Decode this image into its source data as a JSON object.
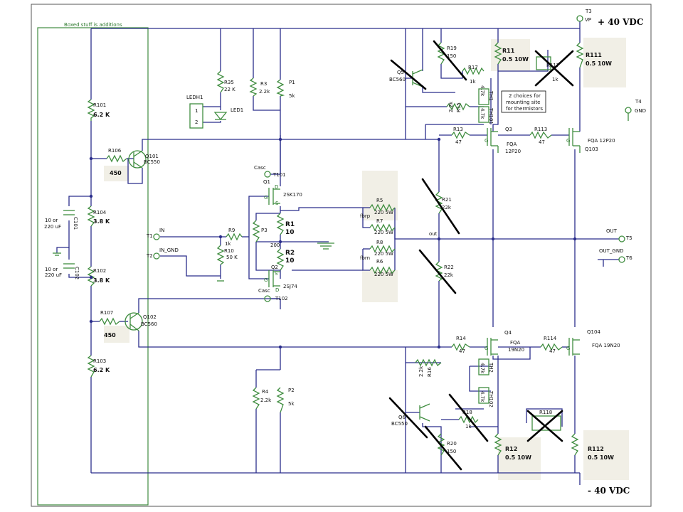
{
  "frame_label": "Boxed stuff is additions",
  "supply": {
    "pos": "+ 40 VDC",
    "neg": "- 40 VDC",
    "t3": "T3",
    "vp": "VP",
    "t4": "T4",
    "gnd": "GND"
  },
  "note_thermistors": [
    "2 choices for",
    "mounting site",
    "for thermistors"
  ],
  "left_chain": {
    "r101": "R101",
    "r101_v": "6.2 K",
    "r106": "R106",
    "r106_v": "450",
    "q101": "Q101",
    "q101_v": "BC550",
    "r104": "R104",
    "r104_v": "3.8 K",
    "c101": "C101",
    "c101_v1": "10 or",
    "c101_v2": "220 uF",
    "c102": "C102",
    "c102_v1": "10 or",
    "c102_v2": "220 uF",
    "r102": "R102",
    "r102_v": "3.8 K",
    "r107": "R107",
    "r107_v": "450",
    "q102": "Q102",
    "q102_v": "BC560",
    "r103": "R103",
    "r103_v": "6.2 K"
  },
  "led": {
    "ledh1": "LEDH1",
    "led1": "LED1",
    "r35": "R35",
    "r35_v": "22 K",
    "pin1": "1",
    "pin2": "2"
  },
  "input": {
    "t1": "T1",
    "in": "IN",
    "t2": "T2",
    "in_gnd": "IN_GND",
    "r9": "R9",
    "r9_v": "1k",
    "r10": "R10",
    "r10_v": "50 K"
  },
  "front": {
    "r3": "R3",
    "r3_v": "2.2k",
    "p1": "P1",
    "p1_v": "5k",
    "casc1": "Casc",
    "t101": "T101",
    "q1": "Q1",
    "q1_v": "2SK170",
    "r1": "R1",
    "r1_v": "10",
    "p3": "P3",
    "p3_v": "200",
    "r2": "R2",
    "r2_v": "10",
    "q2": "Q2",
    "q2_v": "2SJ74",
    "casc2": "Casc",
    "t102": "T102",
    "r4": "R4",
    "r4_v": "2.2k",
    "p2": "P2",
    "p2_v": "5k",
    "g": "G",
    "d": "D",
    "s": "S"
  },
  "feedback": {
    "fbrp": "fbrp",
    "fbrn": "fbrn",
    "out_node": "out",
    "r5": "R5",
    "r5_v": "220 5W",
    "r7": "R7",
    "r7_v": "220 5W",
    "r8": "R8",
    "r8_v": "220 5W",
    "r6": "R6",
    "r6_v": "220 5W",
    "r21": "R21",
    "r21_v": "22k",
    "r22": "R22",
    "r22_v": "22k"
  },
  "top_out": {
    "q5": "Q5",
    "q5_v": "BC560",
    "r19": "R19",
    "r19_v": "150",
    "r17": "R17",
    "r17_v": "1k",
    "r15": "R15",
    "r15_v": "2.2k",
    "th1": "TH1",
    "th1_v": "4.7k",
    "th101": "TH101",
    "th101_v": "4.7k",
    "r11": "R11",
    "r11_v": "0.5  10W",
    "r117": "R117",
    "r117_v": "1k",
    "r111": "R111",
    "r111_v": "0.5  10W",
    "r13": "R13",
    "r13_v": "47",
    "q3": "Q3",
    "q3_v1": "FQA",
    "q3_v2": "12P20",
    "r113": "R113",
    "r113_v": "47",
    "q103": "Q103",
    "q103_v": "FQA 12P20"
  },
  "bottom_out": {
    "r14": "R14",
    "r14_v": "47",
    "q4": "Q4",
    "q4_v1": "FQA",
    "q4_v2": "19N20",
    "r114": "R114",
    "r114_v": "47",
    "q104": "Q104",
    "q104_v": "FQA 19N20",
    "r16": "R16",
    "r16_v": "2.2k",
    "th2": "TH2",
    "th2_v": "4.7k",
    "th102": "TH102",
    "th102_v": "4.7k",
    "q6": "Q6",
    "q6_v": "BC550",
    "r18": "R18",
    "r18_v": "1k",
    "r118": "R118",
    "r20": "R20",
    "r20_v": "150",
    "r12": "R12",
    "r12_v": "0.5   10W",
    "r112": "R112",
    "r112_v": "0.5  10W"
  },
  "output": {
    "out": "OUT",
    "t5": "T5",
    "out_gnd": "OUT_GND",
    "t6": "T6"
  },
  "colors": {
    "wire": "#2b2e8c",
    "part": "#3f8d3f",
    "note_bg": "#f1efe6",
    "cross": "#000000"
  }
}
